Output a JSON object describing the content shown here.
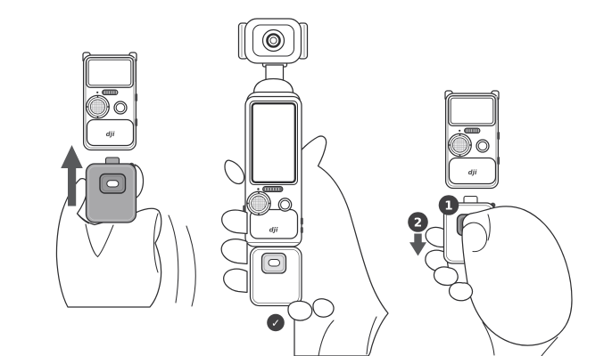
{
  "figure": {
    "kind": "product-instruction-line-art",
    "panel_count": 3
  },
  "colors": {
    "background": "#ffffff",
    "line": "#2e2e30",
    "arrow_gray": "#58595b",
    "badge_dark": "#414042",
    "module_gray": "#a8a8aa",
    "module_button_gray": "#98989a",
    "pressed_button_dark": "#707072",
    "grille_dark": "#6b6b6d",
    "nub_dark": "#4a4a4c"
  },
  "brand": {
    "logo_text": "dji"
  },
  "panels": {
    "attach": {
      "arrow_direction": "up"
    },
    "assembled": {
      "check_icon": "✓"
    },
    "detach": {
      "arrow_direction": "down",
      "steps": [
        {
          "number": "1"
        },
        {
          "number": "2"
        }
      ]
    }
  }
}
